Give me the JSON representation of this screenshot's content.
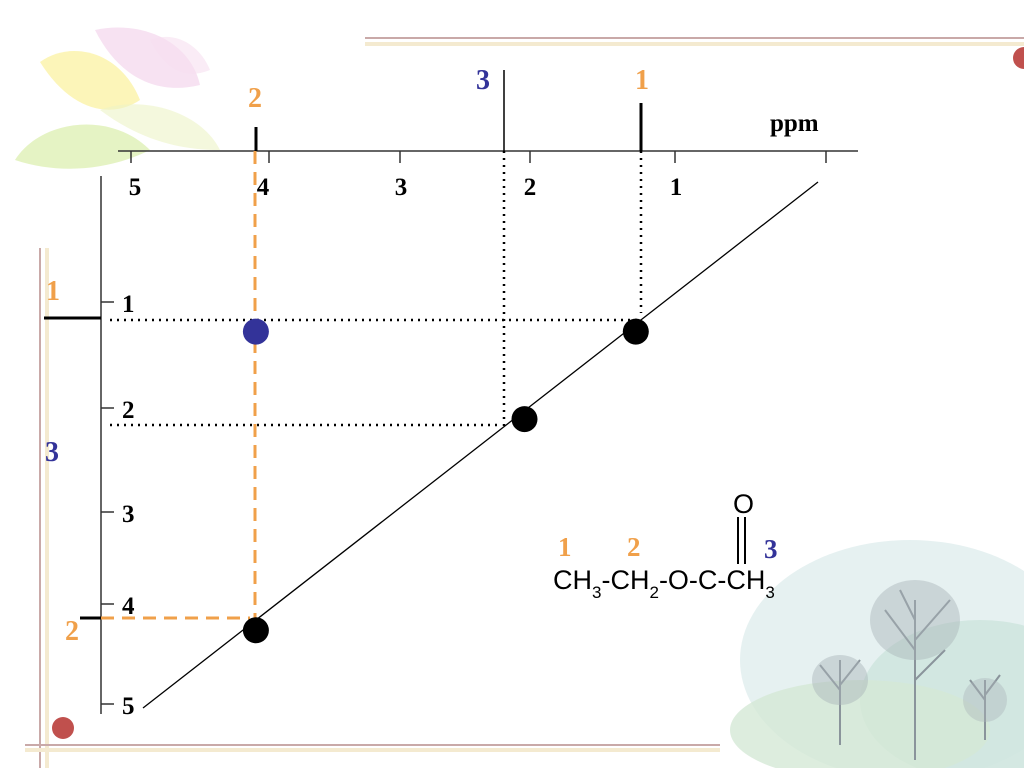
{
  "axis_unit": "ppm",
  "top_axis_ticks": [
    "5",
    "4",
    "3",
    "2",
    "1"
  ],
  "left_axis_ticks": [
    "1",
    "2",
    "3",
    "4",
    "5"
  ],
  "top_peaks": [
    {
      "label": "2",
      "color": "#f0a04a"
    },
    {
      "label": "3",
      "color": "#333399"
    },
    {
      "label": "1",
      "color": "#f0a04a"
    }
  ],
  "left_peaks": [
    {
      "label": "1",
      "color": "#f0a04a"
    },
    {
      "label": "3",
      "color": "#333399"
    },
    {
      "label": "2",
      "color": "#f0a04a"
    }
  ],
  "cross_peaks": [
    {
      "x_ppm": 1.2,
      "y_ppm": 1.2,
      "type": "diagonal",
      "color": "#000000"
    },
    {
      "x_ppm": 2.05,
      "y_ppm": 2.05,
      "type": "diagonal",
      "color": "#000000"
    },
    {
      "x_ppm": 4.1,
      "y_ppm": 4.1,
      "type": "diagonal",
      "color": "#000000"
    },
    {
      "x_ppm": 4.1,
      "y_ppm": 1.2,
      "type": "off-diagonal",
      "color": "#333399"
    }
  ],
  "formula": {
    "index_1": "1",
    "index_2": "2",
    "index_3": "3",
    "oxygen": "O",
    "main": [
      "CH",
      "3",
      "-CH",
      "2",
      "-O-C-CH",
      "3"
    ]
  },
  "colors": {
    "accent_orange": "#f0a04a",
    "accent_blue": "#333399",
    "decor_dot": "#c0504d"
  }
}
